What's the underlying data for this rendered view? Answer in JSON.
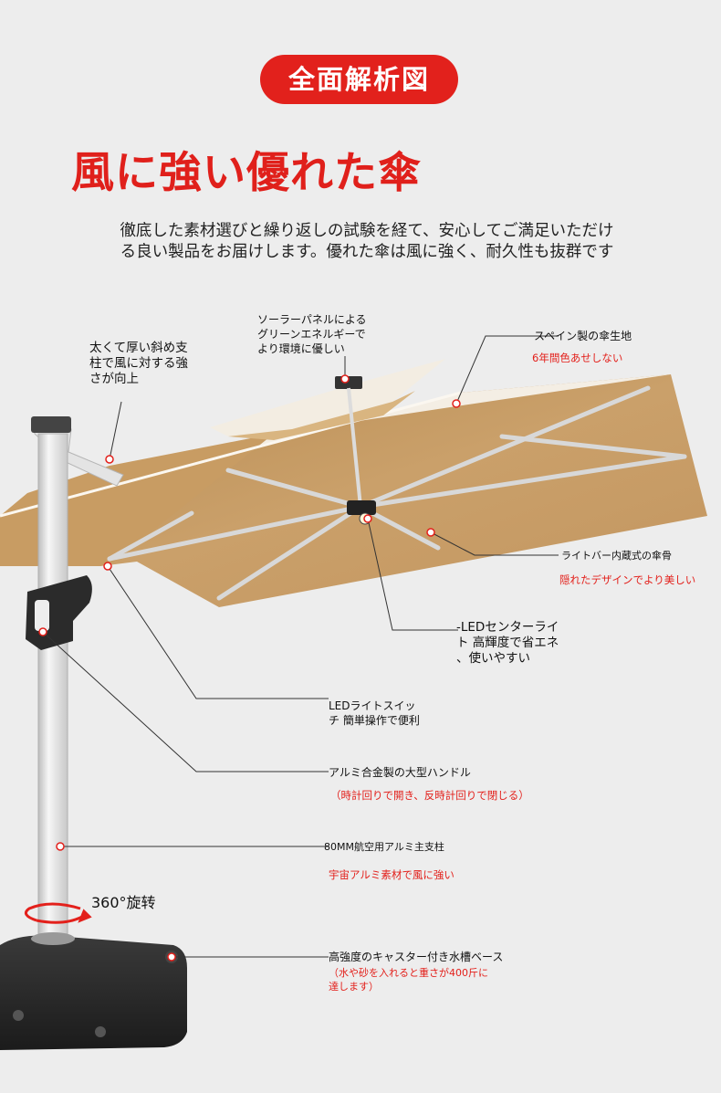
{
  "badge": "全面解析図",
  "headline": "風に強い優れた傘",
  "intro": {
    "line1": "徹底した素材選びと繰り返しの試験を経て、安心してご満足いただけ",
    "line2": "る良い製品をお届けします。優れた傘は風に強く、耐久性も抜群です"
  },
  "callouts": {
    "pole_support": {
      "line1": "太くて厚い斜め支",
      "line2": "柱で風に対する強",
      "line3": "さが向上"
    },
    "solar": {
      "line1": "ソーラーパネルによる",
      "line2": "グリーンエネルギーで",
      "line3": "より環境に優しい"
    },
    "fabric": {
      "title": "スペイン製の傘生地",
      "note": "6年間色あせしない"
    },
    "lightbar": {
      "title": "ライトバー内蔵式の傘骨",
      "note": "隠れたデザインでより美しい"
    },
    "center_light": {
      "line1": "-LEDセンターライ",
      "line2": "ト 高輝度で省エネ",
      "line3": "、使いやすい"
    },
    "switch": {
      "line1": "LEDライトスイッ",
      "line2": "チ 簡単操作で便利"
    },
    "handle": {
      "title": "アルミ合金製の大型ハンドル",
      "note": "（時計回りで開き、反時計回りで閉じる）"
    },
    "pole": {
      "title": "80MM航空用アルミ主支柱",
      "note": "宇宙アルミ素材で風に強い"
    },
    "base": {
      "title": "高強度のキャスター付き水槽ベース",
      "note1": "（水や砂を入れると重さが400斤に",
      "note2": "達します）"
    }
  },
  "rotation": "360°旋转",
  "colors": {
    "accent": "#e2211c",
    "canopy_under": "#c49a62",
    "canopy_top": "#f2ebe0",
    "pole": "#e6e6e6",
    "base": "#2a2a2a"
  }
}
